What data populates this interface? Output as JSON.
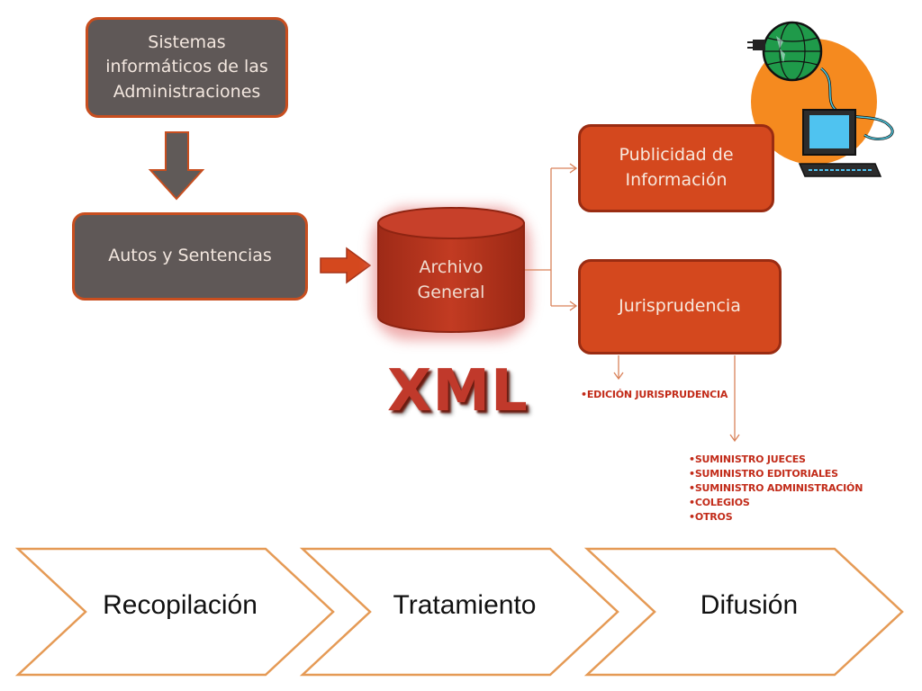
{
  "boxes": {
    "sistemas": [
      "Sistemas",
      "informáticos de las",
      "Administraciones"
    ],
    "autos": "Autos y Sentencias",
    "archivo": [
      "Archivo",
      "General"
    ],
    "publicidad": [
      "Publicidad de",
      "Información"
    ],
    "jurisprudencia": "Jurisprudencia"
  },
  "xml_label": "XML",
  "edicion": "•EDICIÓN JURISPRUDENCIA",
  "suministros": [
    "•SUMINISTRO JUECES",
    "•SUMINISTRO EDITORIALES",
    "•SUMINISTRO ADMINISTRACIÓN",
    "•COLEGIOS",
    "•OTROS"
  ],
  "phases": [
    "Recopilación",
    "Tratamiento",
    "Difusión"
  ],
  "colors": {
    "grey_box": "#5f5857",
    "orange_box": "#d4481e",
    "cylinder": "#b8341f",
    "chevron_stroke": "#e59a55",
    "arrow_grey": "#605a58",
    "arrow_orange": "#d4481e"
  },
  "icons": [
    "globe-computer-icon"
  ]
}
